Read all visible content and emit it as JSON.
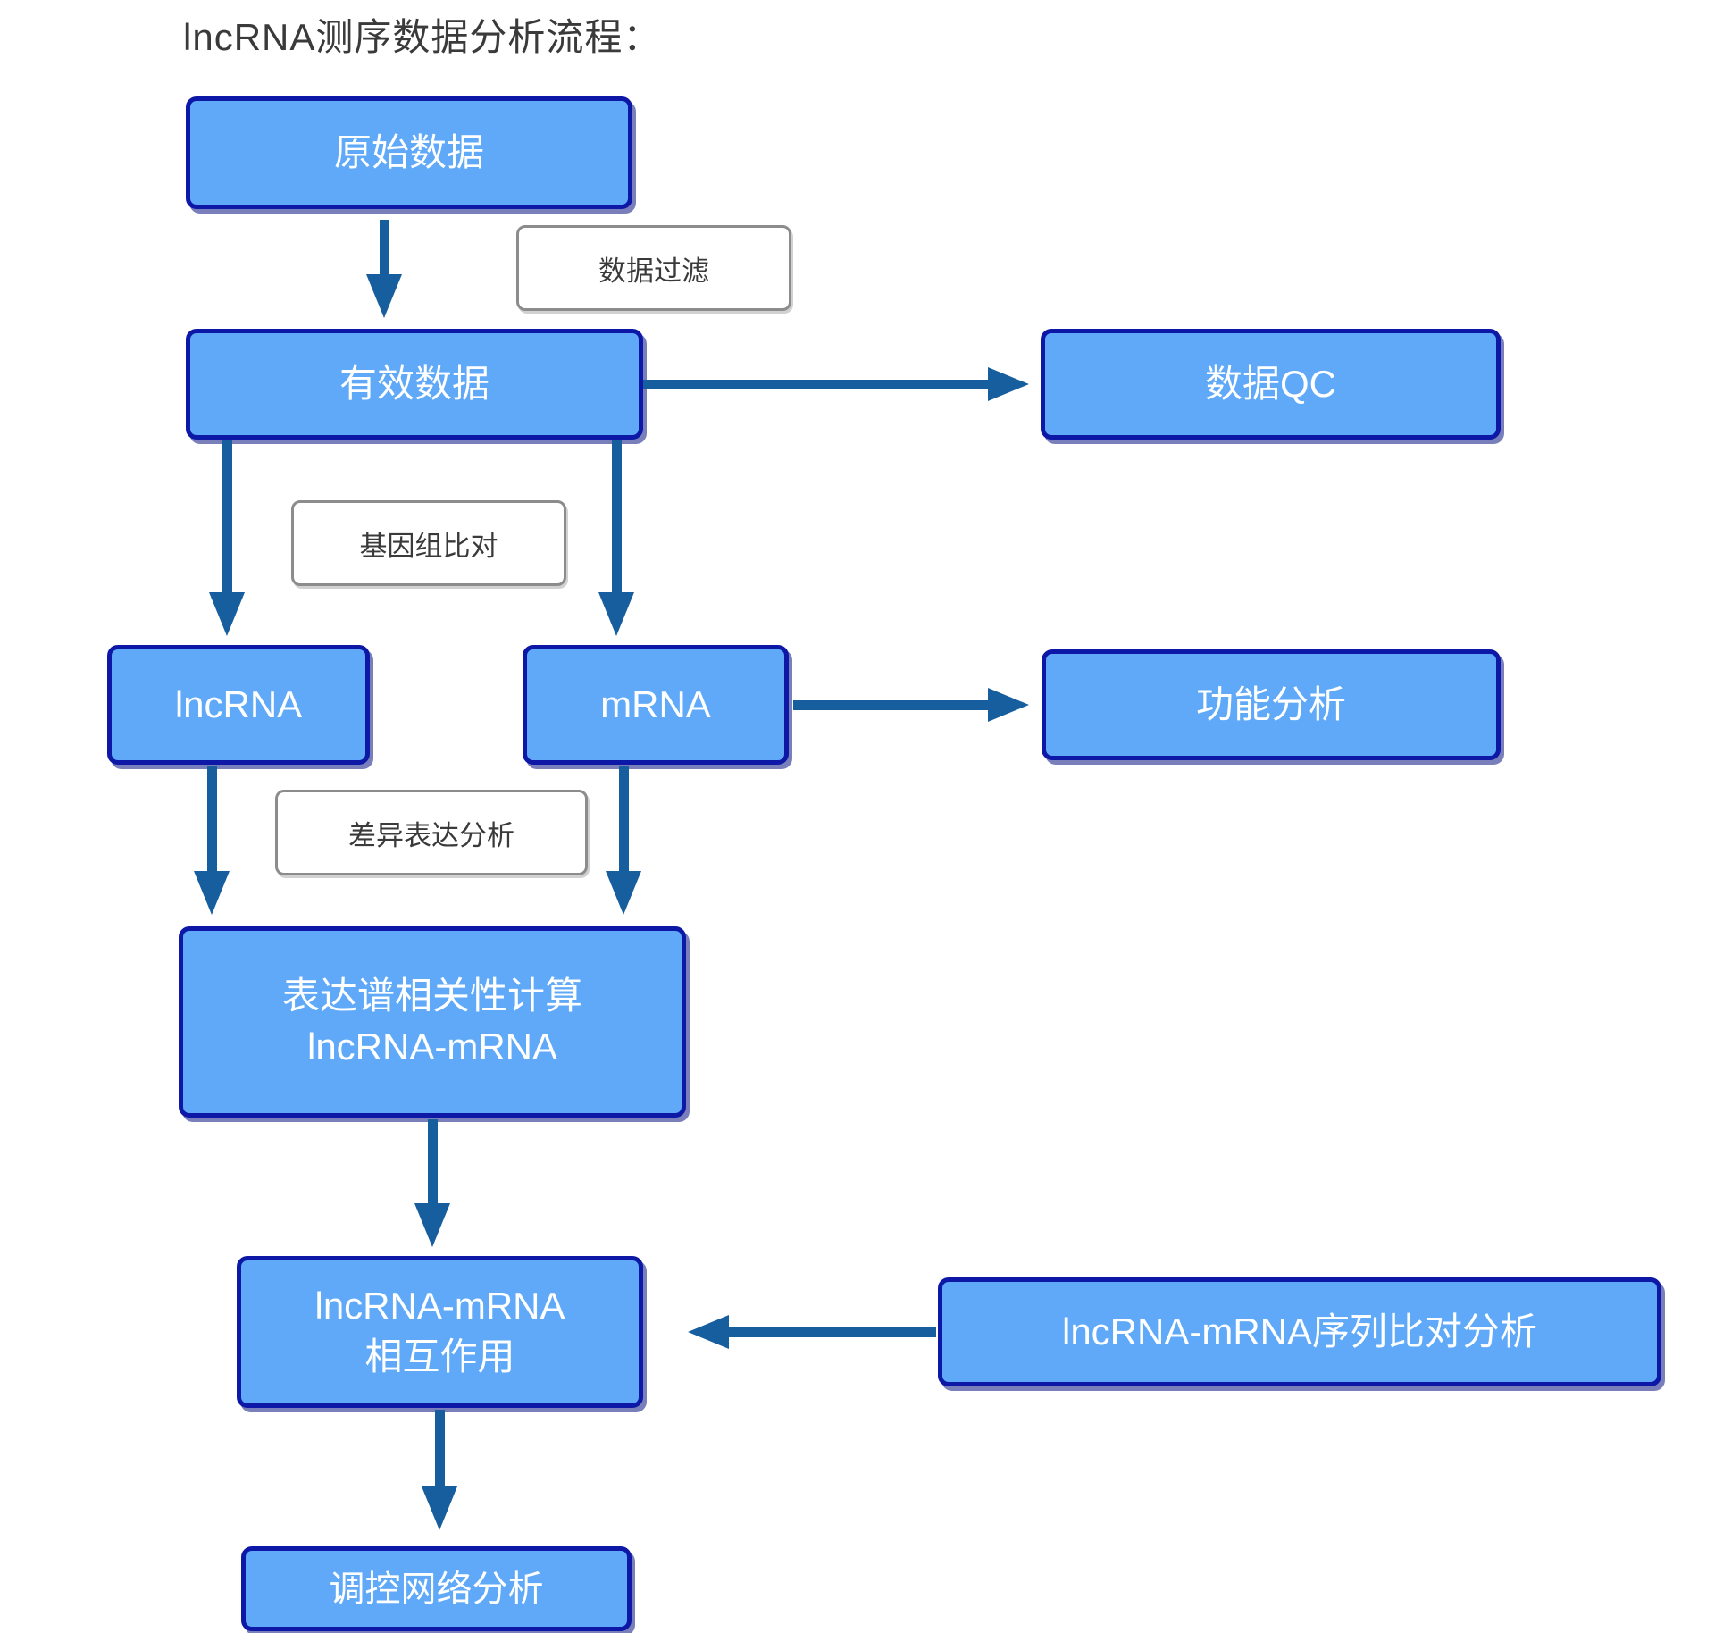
{
  "title": "lncRNA测序数据分析流程：",
  "colors": {
    "node_fill": "#5FA9F8",
    "node_border": "#0D18A6",
    "arrow": "#175E9E",
    "label_border": "#8C8C8C",
    "node_text": "#FFFFFF",
    "dark_text": "#3A3A3A"
  },
  "nodes": {
    "raw_data": {
      "label": "原始数据"
    },
    "valid_data": {
      "label": "有效数据"
    },
    "data_qc": {
      "label": "数据QC"
    },
    "lncrna": {
      "label": "lncRNA"
    },
    "mrna": {
      "label": "mRNA"
    },
    "functional_analysis": {
      "label": "功能分析"
    },
    "expression_correlation": {
      "line1": "表达谱相关性计算",
      "line2": "lncRNA-mRNA"
    },
    "interaction": {
      "line1": "lncRNA-mRNA",
      "line2": "相互作用"
    },
    "sequence_alignment": {
      "label": "lncRNA-mRNA序列比对分析"
    },
    "regulatory_network": {
      "label": "调控网络分析"
    }
  },
  "edge_labels": {
    "data_filter": "数据过滤",
    "genome_alignment": "基因组比对",
    "differential_expression": "差异表达分析"
  }
}
